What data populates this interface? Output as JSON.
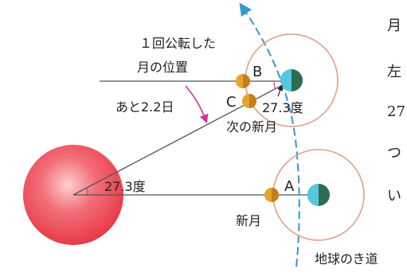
{
  "diagram": {
    "label_revolved_line1": "１回公転した",
    "label_revolved_line2": "月の位置",
    "label_b": "B",
    "label_c": "C",
    "label_a": "A",
    "label_remaining": "あと2.2日",
    "label_angle_top": "27.3度",
    "label_next_new_moon": "次の新月",
    "label_angle_sun": "27.3度",
    "label_new_moon": "新月",
    "label_orbit": "地球のき道"
  },
  "side_text": [
    "月",
    "左",
    "27",
    "つ",
    "い"
  ],
  "colors": {
    "sun": "#ef4a55",
    "orbit_ring": "#e0a08a",
    "earth_orbit": "#3399cc",
    "moon": "#e5a52a",
    "earth_blue": "#56c7df",
    "earth_green": "#2f6a52",
    "arrow_magenta": "#d0329a"
  }
}
